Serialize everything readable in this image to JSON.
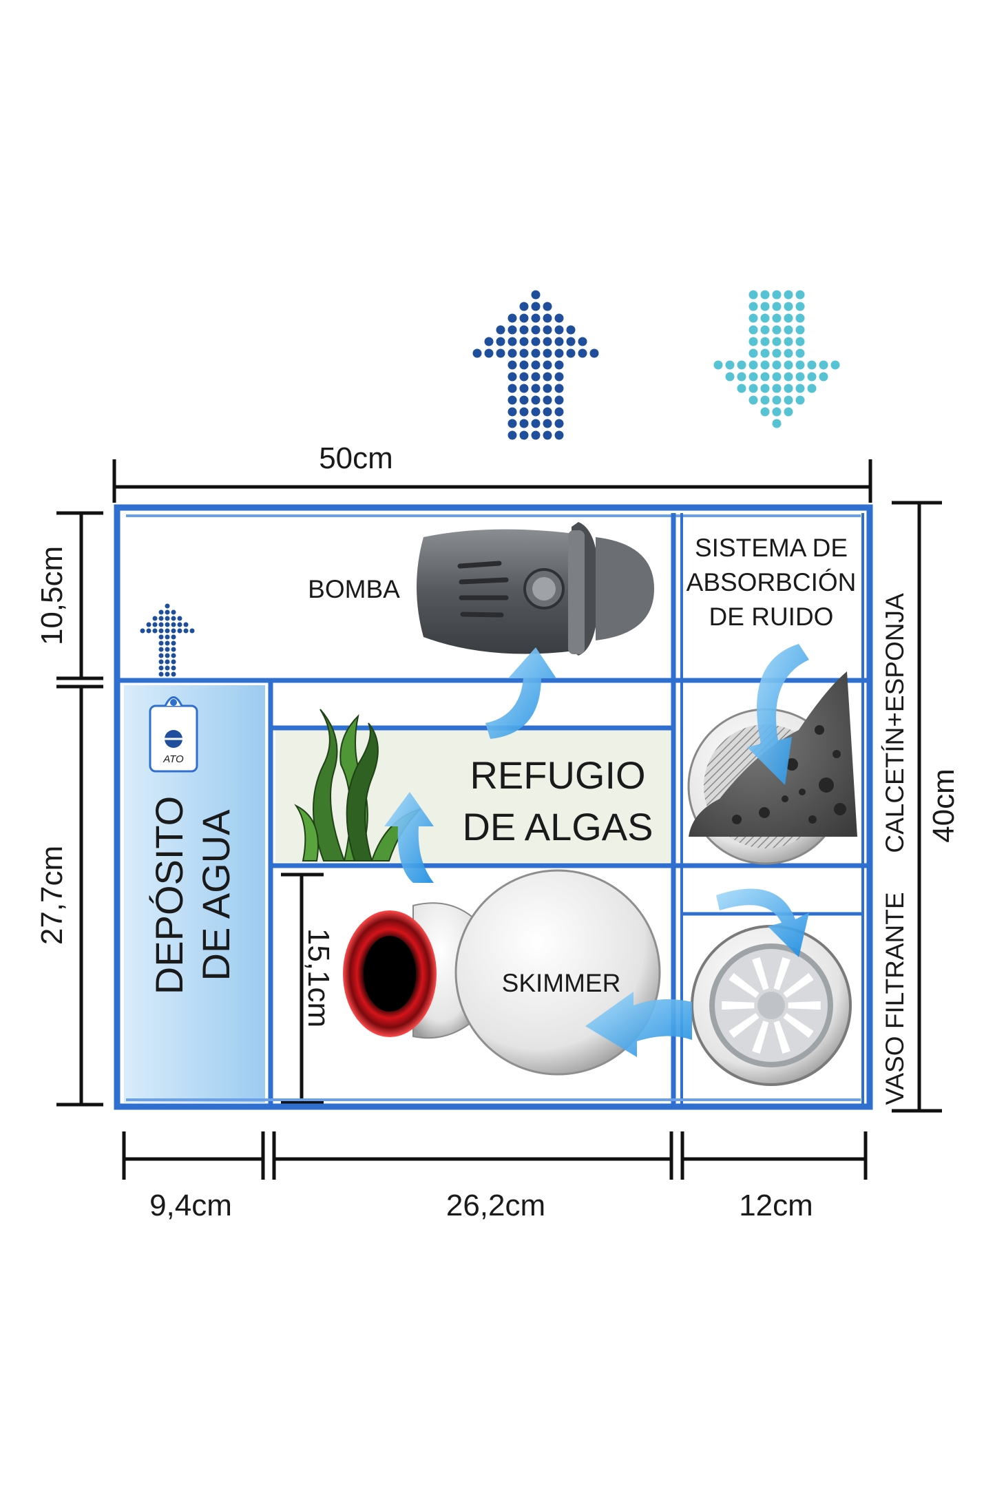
{
  "dimensions": {
    "width_total": "50cm",
    "height_total": "40cm",
    "top_section": "10,5cm",
    "lower_section": "27,7cm",
    "skimmer_height": "15,1cm",
    "deposit_width": "9,4cm",
    "middle_width": "26,2cm",
    "right_width": "12cm"
  },
  "compartments": {
    "pump": "BOMBA",
    "noise_line1": "SISTEMA DE",
    "noise_line2": "ABSORBCIÓN",
    "noise_line3": "DE RUIDO",
    "refuge_line1": "REFUGIO",
    "refuge_line2": "DE ALGAS",
    "skimmer": "SKIMMER",
    "deposit_line1": "DEPÓSITO",
    "deposit_line2": "DE AGUA",
    "sock_sponge": "CALCETÍN+ESPONJA",
    "filter_cup": "VASO FILTRANTE",
    "ato_badge": "ATO"
  },
  "colors": {
    "frame": "#2f6fd0",
    "deposit_water": "#b9dcf5",
    "refuge_bg": "#eef1e6",
    "flow_arrow": "#3aa0e6",
    "out_arrow": "#1f4f9c",
    "in_arrow": "#56c3d4",
    "skimmer_red": "#d4141a"
  },
  "icons": [
    "up-dotted-arrow-icon",
    "down-dotted-arrow-icon",
    "ato-sensor-icon",
    "pump-icon",
    "algae-icon",
    "skimmer-icon",
    "sponge-icon",
    "filter-cup-icon"
  ]
}
